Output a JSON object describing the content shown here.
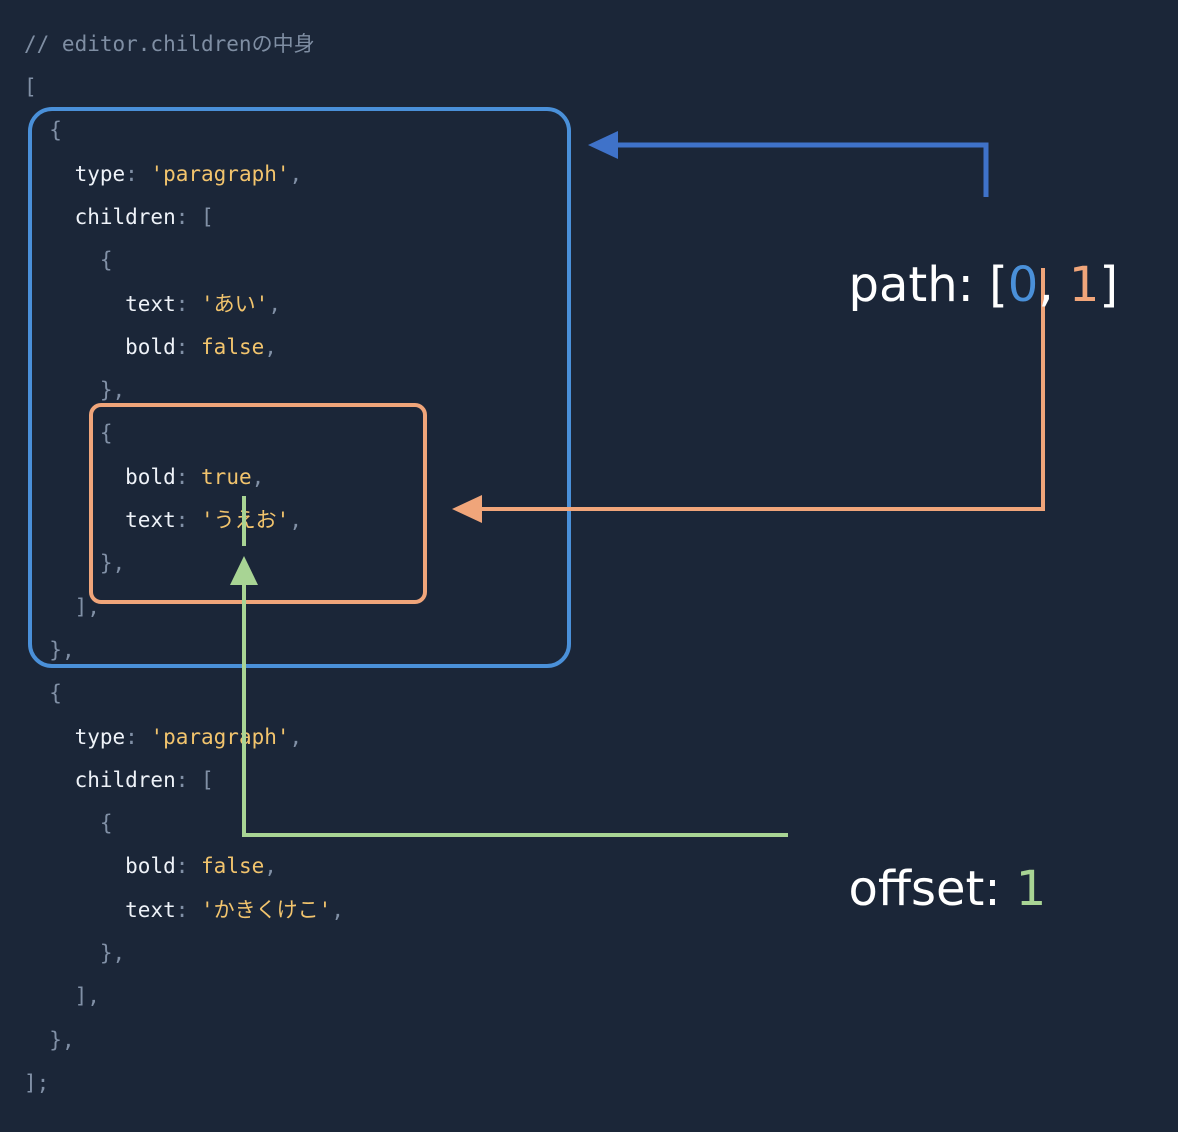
{
  "code": {
    "comment": "// editor.childrenの中身",
    "lines": [
      {
        "indent": "",
        "open": "["
      },
      {
        "indent": "  ",
        "open": "{"
      },
      {
        "indent": "    ",
        "key": "type",
        "value": "'paragraph'",
        "tail": ","
      },
      {
        "indent": "    ",
        "key": "children",
        "open2": "["
      },
      {
        "indent": "      ",
        "open": "{"
      },
      {
        "indent": "        ",
        "key": "text",
        "value": "'あい'",
        "tail": ","
      },
      {
        "indent": "        ",
        "key": "bold",
        "value": "false",
        "tail": ","
      },
      {
        "indent": "      ",
        "open": "},"
      },
      {
        "indent": "      ",
        "open": "{"
      },
      {
        "indent": "        ",
        "key": "bold",
        "value": "true",
        "tail": ","
      },
      {
        "indent": "        ",
        "key": "text",
        "value": "'うえお'",
        "tail": ","
      },
      {
        "indent": "      ",
        "open": "},"
      },
      {
        "indent": "    ",
        "open": "],"
      },
      {
        "indent": "  ",
        "open": "},"
      },
      {
        "indent": "  ",
        "open": "{"
      },
      {
        "indent": "    ",
        "key": "type",
        "value": "'paragraph'",
        "tail": ","
      },
      {
        "indent": "    ",
        "key": "children",
        "open2": "["
      },
      {
        "indent": "      ",
        "open": "{"
      },
      {
        "indent": "        ",
        "key": "bold",
        "value": "false",
        "tail": ","
      },
      {
        "indent": "        ",
        "key": "text",
        "value": "'かきくけこ'",
        "tail": ","
      },
      {
        "indent": "      ",
        "open": "},"
      },
      {
        "indent": "    ",
        "open": "],"
      },
      {
        "indent": "  ",
        "open": "},"
      },
      {
        "indent": "",
        "open": "];"
      }
    ]
  },
  "path_label": {
    "prefix": "path: [",
    "first": "0",
    "sep": ", ",
    "second": "1",
    "suffix": "]"
  },
  "offset_label": {
    "prefix": "offset: ",
    "value": "1"
  },
  "colors": {
    "background": "#1b2638",
    "blue": "#4a90d9",
    "blue_arrow": "#3f72c9",
    "orange": "#f0a57a",
    "green": "#a8d494",
    "string": "#f2c46d"
  }
}
